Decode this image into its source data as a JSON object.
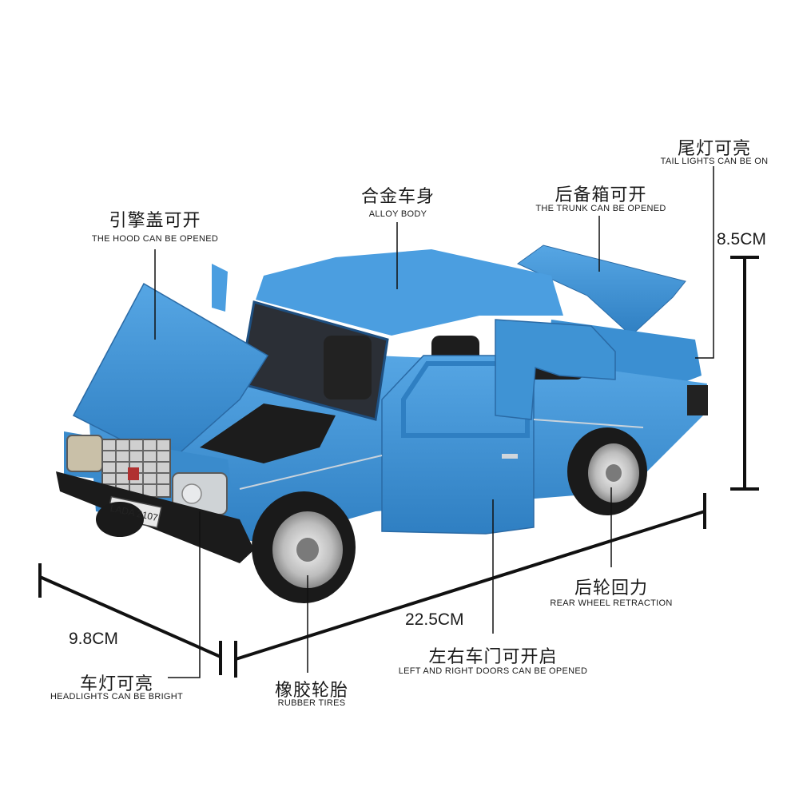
{
  "product": {
    "plate": "LADA 2107",
    "body_color": "#3a8fd0"
  },
  "labels": {
    "hood": {
      "zh": "引擎盖可开",
      "en": "THE HOOD CAN BE OPENED"
    },
    "body": {
      "zh": "合金车身",
      "en": "ALLOY BODY"
    },
    "trunk": {
      "zh": "后备箱可开",
      "en": "THE TRUNK CAN BE OPENED"
    },
    "taillight": {
      "zh": "尾灯可亮",
      "en": "TAIL LIGHTS CAN BE ON"
    },
    "rearwheel": {
      "zh": "后轮回力",
      "en": "REAR WHEEL RETRACTION"
    },
    "doors": {
      "zh": "左右车门可开启",
      "en": "LEFT AND RIGHT DOORS CAN BE OPENED"
    },
    "tires": {
      "zh": "橡胶轮胎",
      "en": "RUBBER TIRES"
    },
    "headlight": {
      "zh": "车灯可亮",
      "en": "HEADLIGHTS CAN BE BRIGHT"
    }
  },
  "dimensions": {
    "height": "8.5CM",
    "length": "22.5CM",
    "width": "9.8CM"
  }
}
